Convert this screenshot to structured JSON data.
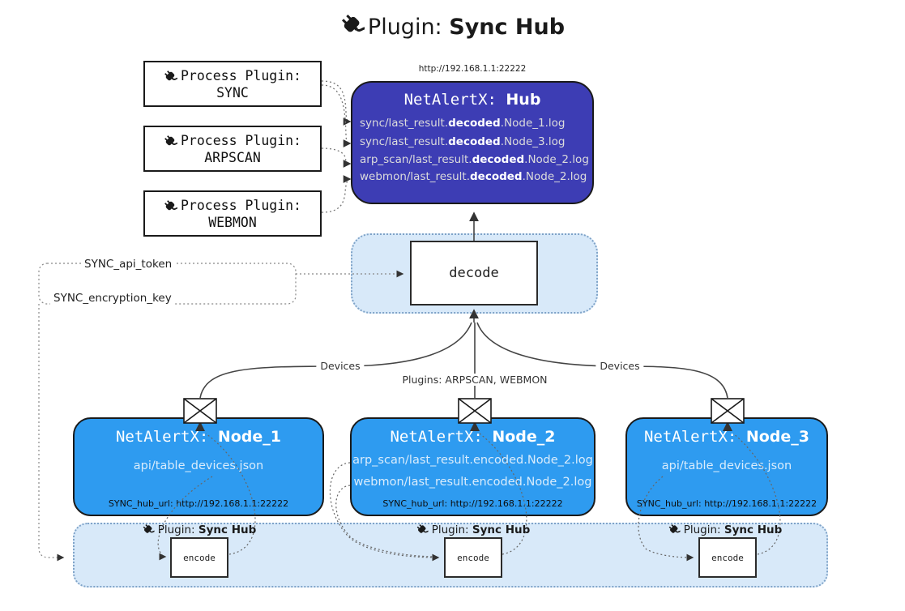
{
  "title": {
    "prefix": "Plugin:",
    "name": "Sync Hub"
  },
  "hub": {
    "url": "http://192.168.1.1:22222",
    "title_prefix": "NetAlertX:",
    "title_name": "Hub",
    "lines": [
      {
        "pre": "sync/last_result.",
        "bold": "decoded",
        "post": ".Node_1.log"
      },
      {
        "pre": "sync/last_result.",
        "bold": "decoded",
        "post": ".Node_3.log"
      },
      {
        "pre": "arp_scan/last_result.",
        "bold": "decoded",
        "post": ".Node_2.log"
      },
      {
        "pre": "webmon/last_result.",
        "bold": "decoded",
        "post": ".Node_2.log"
      }
    ]
  },
  "process_plugins": [
    {
      "label": "Process Plugin:",
      "name": "SYNC"
    },
    {
      "label": "Process Plugin:",
      "name": "ARPSCAN"
    },
    {
      "label": "Process Plugin:",
      "name": "WEBMON"
    }
  ],
  "decode_label": "decode",
  "settings": {
    "api_token": "SYNC_api_token",
    "encryption_key": "SYNC_encryption_key"
  },
  "edge_labels": {
    "left": "Devices",
    "middle": "Plugins: ARPSCAN, WEBMON",
    "right": "Devices"
  },
  "nodes": [
    {
      "title_prefix": "NetAlertX:",
      "title_name": "Node_1",
      "lines": [
        "api/table_devices.json"
      ],
      "footer": "SYNC_hub_url: http://192.168.1.1:22222"
    },
    {
      "title_prefix": "NetAlertX:",
      "title_name": "Node_2",
      "lines": [
        "arp_scan/last_result.encoded.Node_2.log",
        "webmon/last_result.encoded.Node_2.log"
      ],
      "footer": "SYNC_hub_url: http://192.168.1.1:22222"
    },
    {
      "title_prefix": "NetAlertX:",
      "title_name": "Node_3",
      "lines": [
        "api/table_devices.json"
      ],
      "footer": "SYNC_hub_url: http://192.168.1.1:22222"
    }
  ],
  "encoders": [
    {
      "label_prefix": "Plugin:",
      "label_name": "Sync Hub",
      "box_label": "encode"
    },
    {
      "label_prefix": "Plugin:",
      "label_name": "Sync Hub",
      "box_label": "encode"
    },
    {
      "label_prefix": "Plugin:",
      "label_name": "Sync Hub",
      "box_label": "encode"
    }
  ],
  "colors": {
    "hub_bg": "#3d3db4",
    "node_bg": "#2e9bf0",
    "panel_bg": "#d8e9f9",
    "line": "#444444"
  }
}
